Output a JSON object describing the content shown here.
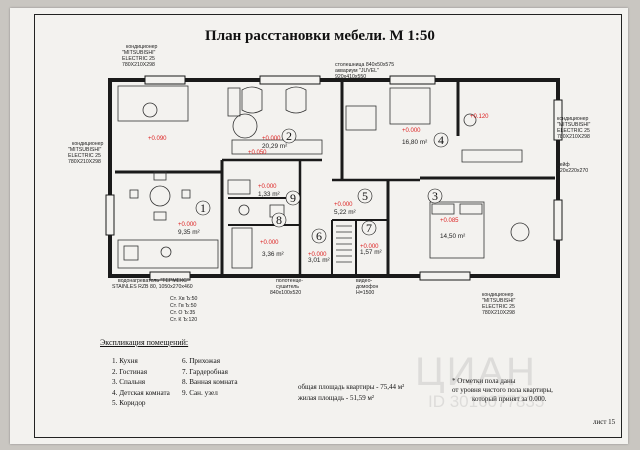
{
  "title": "План расстановки мебели. М 1:50",
  "rooms": [
    {
      "id": "r1",
      "number": "1",
      "level": "+0.000",
      "area": "9,35 m²"
    },
    {
      "id": "r2",
      "number": "2",
      "level": "+0.000",
      "area": "20,29 m²"
    },
    {
      "id": "r3",
      "number": "3",
      "level": "+0.085",
      "area": "14,50 m²"
    },
    {
      "id": "r4",
      "number": "4",
      "level": "+0.000",
      "area": "16,80 m²"
    },
    {
      "id": "r5",
      "number": "5",
      "level": "+0.000",
      "area": "5,22 m²"
    },
    {
      "id": "r6",
      "number": "6",
      "level": "+0.000",
      "area": "3,01 m²"
    },
    {
      "id": "r7",
      "number": "7",
      "level": "+0.000",
      "area": "1,57 m²"
    },
    {
      "id": "r8",
      "number": "8",
      "level": "+0.000",
      "area": "3,36 m²"
    },
    {
      "id": "r9",
      "number": "9",
      "level": "+0.000",
      "area": "1,33 m²"
    }
  ],
  "extra_levels": [
    "+0.090",
    "+0.050",
    "+0.120"
  ],
  "annotations": {
    "ac_top": [
      "кондиционер",
      "\"MITSUBISHI\"",
      "ELECTRIC 25",
      "780X210X298"
    ],
    "ac_left": [
      "кондиционер",
      "\"MITSUBISHI\"",
      "ELECTRIC 25",
      "780X210X298"
    ],
    "ac_right_top": [
      "кондиционер",
      "\"MITSUBISHI\"",
      "ELECTRIC 25",
      "780X210X298"
    ],
    "ac_right_bottom": [
      "кондиционер",
      "\"MITSUBISHI\"",
      "ELECTRIC 25",
      "780X210X298"
    ],
    "counter": [
      "столешница 840х50х575",
      "аквариум \"JUVEL\"",
      "920х410х550"
    ],
    "safe": [
      "сейф",
      "320х220х270"
    ],
    "heater": [
      "водонагреватель \"ТЕРМЕКС\"",
      "STAINLES RZB 80, 1050х270х460"
    ],
    "dryer": [
      "полотенце-",
      "сушитель",
      "840х100х520"
    ],
    "intercom": [
      "видео-",
      "домофон",
      "H=1500"
    ],
    "heights": [
      "Ст. Хв Ъ:50",
      "Ст. Гв Ъ:50",
      "Ст. О Ъ:35",
      "Ст. К Ъ:120"
    ]
  },
  "legend": {
    "title": "Экспликация помещений:",
    "col1": [
      "1.  Кухня",
      "2.  Гостиная",
      "3.  Спальня",
      "4.  Детская комната",
      "5.  Коридор"
    ],
    "col2": [
      "6.  Прихожая",
      "7.  Гардеробная",
      "8.  Ванная комната",
      "9.  Сан. узел"
    ]
  },
  "totals": [
    "общая площадь квартиры - 75,44 м²",
    "жилая площадь - 51,59 м²"
  ],
  "note": [
    "* Отметки пола даны",
    "от уровня чистого пола квартиры,",
    "который принят за 0.000."
  ],
  "sheet": "лист 15",
  "watermark": [
    "ЦИАН",
    "ID 3016077835"
  ],
  "colors": {
    "level": "#d22222",
    "wall": "#1a1a1a",
    "paper": "#f3f2ef"
  }
}
